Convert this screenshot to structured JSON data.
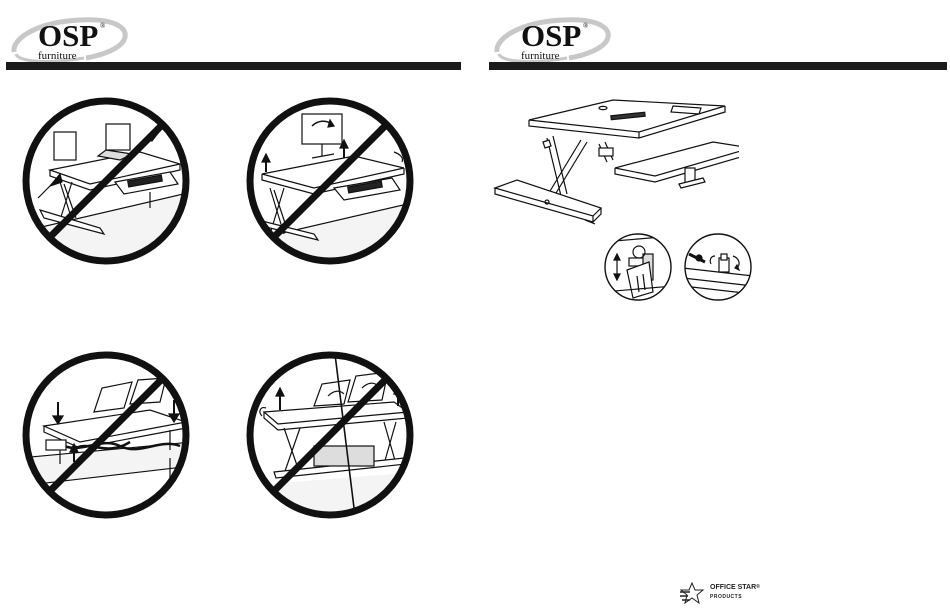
{
  "brand": {
    "name": "OSP",
    "registered": "®",
    "subname": "furniture"
  },
  "footer": {
    "logo_line1": "OFFICE STAR",
    "logo_mark": "®",
    "logo_line2": "PRODUCTS"
  },
  "left_page": {
    "warnings": [
      {
        "name": "no-lifting-by-desktop",
        "prohibited": true
      },
      {
        "name": "no-lifting-with-monitor",
        "prohibited": true
      },
      {
        "name": "no-cables-pinched",
        "prohibited": true
      },
      {
        "name": "no-lifting-from-side",
        "prohibited": true
      }
    ]
  },
  "right_page": {
    "main_illustration": "desk-converter",
    "detail_illustrations": [
      "height-adjust-detail",
      "tension-knob-detail"
    ]
  },
  "colors": {
    "ink": "#111111",
    "header_bar": "#1b1b1b",
    "paper": "#ffffff"
  }
}
